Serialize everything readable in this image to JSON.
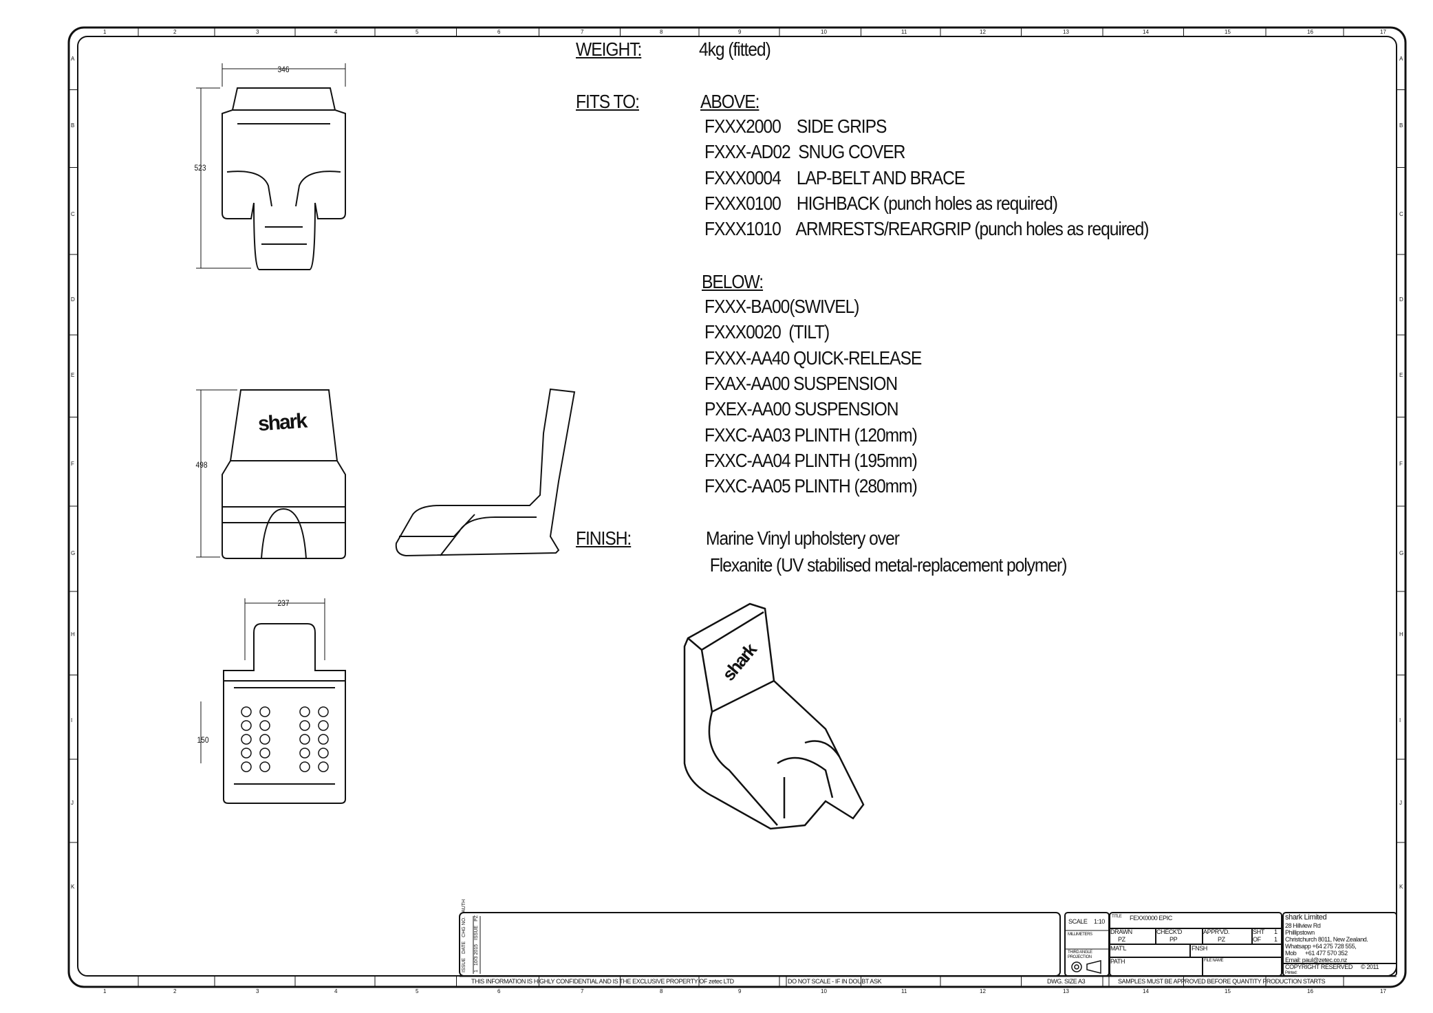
{
  "specs": {
    "weight_label": "WEIGHT:",
    "weight_value": "4kg (fitted)",
    "fits_label": "FITS TO:",
    "above_label": "ABOVE:",
    "above": [
      "FXXX2000    SIDE GRIPS",
      "FXXX-AD02  SNUG COVER",
      "FXXX0004    LAP-BELT AND BRACE",
      "FXXX0100    HIGHBACK (punch holes as required)",
      "FXXX1010    ARMRESTS/REARGRIP (punch holes as required)"
    ],
    "below_label": "BELOW:",
    "below": [
      "FXXX-BA00(SWIVEL)",
      "FXXX0020  (TILT)",
      "FXXX-AA40 QUICK-RELEASE",
      "FXAX-AA00 SUSPENSION",
      "PXEX-AA00 SUSPENSION",
      "FXXC-AA03 PLINTH (120mm)",
      "FXXC-AA04 PLINTH (195mm)",
      "FXXC-AA05 PLINTH (280mm)"
    ],
    "finish_label": "FINISH:",
    "finish": [
      "Marine Vinyl upholstery over",
      " Flexanite (UV stabilised metal-replacement polymer)"
    ]
  },
  "dimensions": {
    "top_width": "346",
    "top_depth": "523",
    "front_height": "498",
    "bottom_width": "237",
    "bottom_spacing": "150"
  },
  "logo_text": "shark",
  "zones": {
    "columns": [
      "1",
      "2",
      "3",
      "4",
      "5",
      "6",
      "7",
      "8",
      "9",
      "10",
      "11",
      "12",
      "13",
      "14",
      "15",
      "16",
      "17"
    ],
    "rows": [
      "A",
      "B",
      "C",
      "D",
      "E",
      "F",
      "G",
      "H",
      "I",
      "J",
      "K"
    ]
  },
  "title_block": {
    "scale_label": "SCALE",
    "scale": "1:10",
    "units": "MILLIMETERS",
    "projection": "THIRD ANGLE PROJECTION",
    "title_label": "TITLE",
    "title": "FEXX0000 EPIC",
    "drawn_label": "DRAWN",
    "drawn": "PZ",
    "checked_label": "CHECK'D",
    "checked": "PP",
    "approved_label": "APPR'VD.",
    "approved": "PZ",
    "sheet_label": "SHT",
    "sheet": "1",
    "of_label": "OF",
    "of": "1",
    "matl_label": "MAT'L",
    "finish_label": "FNSH",
    "path_label": "PATH",
    "filename_label": "FILE NAME",
    "company": [
      "shark Limited",
      "28 Hillview Rd",
      "Phillipstown",
      "Christchurch 8011, New Zealand.",
      "Whatsapp +64 275 728 555,",
      "Mob      +61 477 570 352",
      "Email: paul@zetec.co.nz"
    ],
    "copyright": "COPYRIGHT RESERVED",
    "copyright_year": "© 2011",
    "printed_label": "Printed:",
    "rev_headers": [
      "ISSUE",
      "DATE",
      "CHG NO.",
      "AUTH"
    ],
    "rev_row": [
      "1",
      "10/3 2015",
      "ISSUE",
      "PZ"
    ]
  },
  "footer": {
    "confidential": "THIS INFORMATION IS HIGHLY CONFIDENTIAL AND IS THE EXCLUSIVE PROPERTY OF zetec LTD",
    "do_not_scale": "DO NOT SCALE - IF IN DOUBT ASK",
    "dwg_size": "DWG. SIZE A3",
    "samples": "SAMPLES MUST BE APPROVED BEFORE QUANTITY PRODUCTION STARTS"
  }
}
